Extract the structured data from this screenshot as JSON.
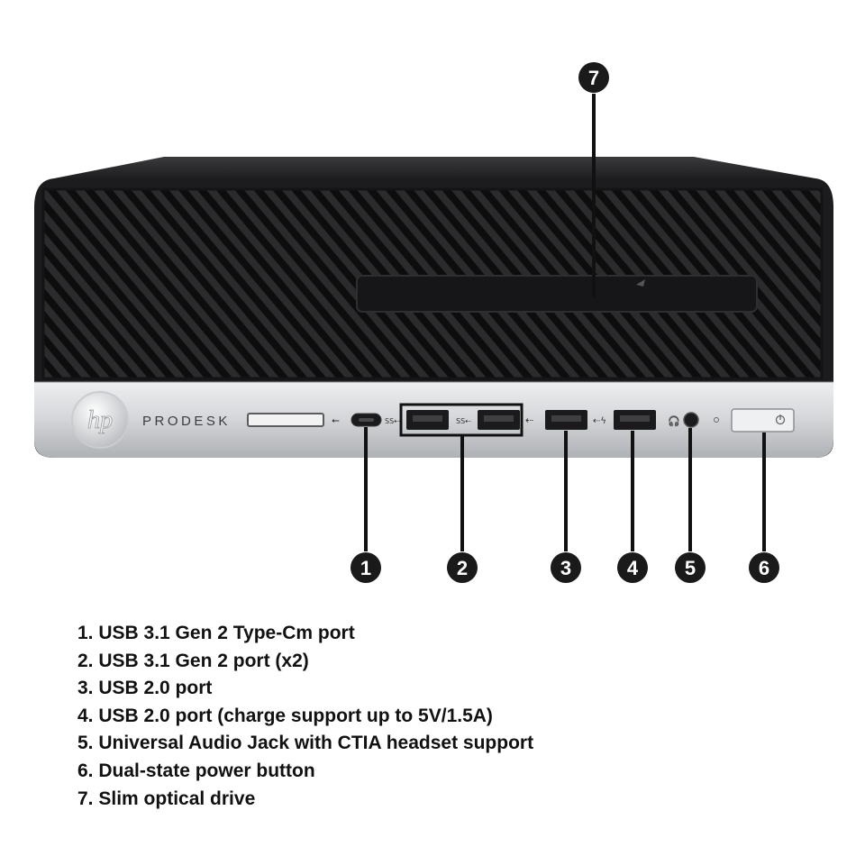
{
  "brand": {
    "logo_text": "hp",
    "model_label": "PRODESK"
  },
  "ports": {
    "usb_c_symbol": "⭠",
    "ss10_symbol": "SS⇠",
    "usb_symbol": "⇠",
    "usb_charge_symbol": "⇠ϟ",
    "audio_symbol": "🎧",
    "drive_led_symbol": "○",
    "power_symbol": "⏻"
  },
  "callouts": [
    "1",
    "2",
    "3",
    "4",
    "5",
    "6",
    "7"
  ],
  "legend": [
    {
      "num": "1.",
      "text": "USB 3.1 Gen 2 Type-Cm port"
    },
    {
      "num": "2.",
      "text": "USB 3.1 Gen 2 port (x2)"
    },
    {
      "num": "3.",
      "text": "USB 2.0 port"
    },
    {
      "num": "4.",
      "text": "USB 2.0 port (charge support up to 5V/1.5A)"
    },
    {
      "num": "5.",
      "text": "Universal Audio Jack with CTIA headset support"
    },
    {
      "num": "6.",
      "text": "Dual-state power button"
    },
    {
      "num": "7.",
      "text": "Slim optical drive"
    }
  ],
  "colors": {
    "chassis_black": "#1c1c1e",
    "silver_panel": "#d9dbde",
    "callout_fill": "#1a1a1a",
    "callout_text": "#ffffff",
    "text": "#111111"
  }
}
